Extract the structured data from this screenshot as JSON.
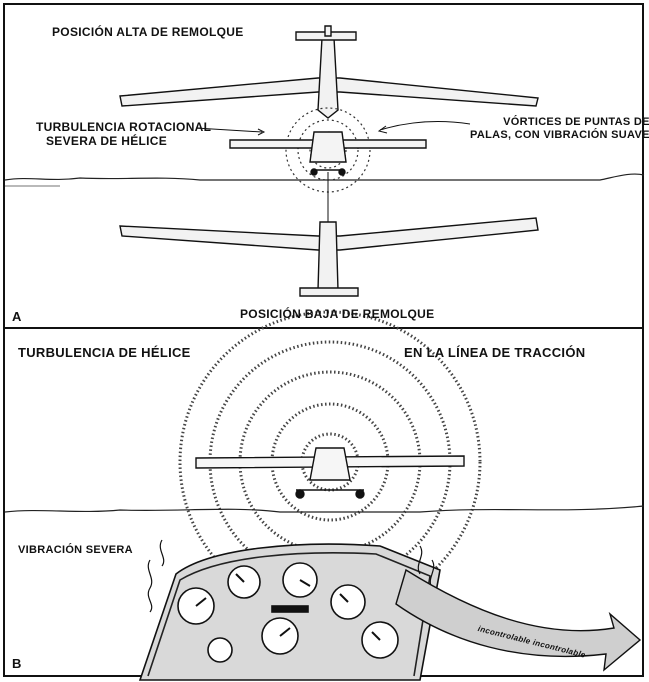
{
  "panel_a": {
    "letter": "A",
    "top_title": "POSICIÓN ALTA DE REMOLQUE",
    "bottom_title": "POSICIÓN BAJA DE REMOLQUE",
    "left_label_line1": "TURBULENCIA ROTACIONAL",
    "left_label_line2": "SEVERA DE HÉLICE",
    "right_label_line1": "VÓRTICES DE PUNTAS DE",
    "right_label_line2": "PALAS, CON VIBRACIÓN SUAVE"
  },
  "panel_b": {
    "letter": "B",
    "left_title": "TURBULENCIA DE HÉLICE",
    "right_title": "EN LA LÍNEA DE TRACCIÓN",
    "side_label": "VIBRACIÓN SEVERA",
    "arrow_text": "incontrolable    incontrolable"
  }
}
